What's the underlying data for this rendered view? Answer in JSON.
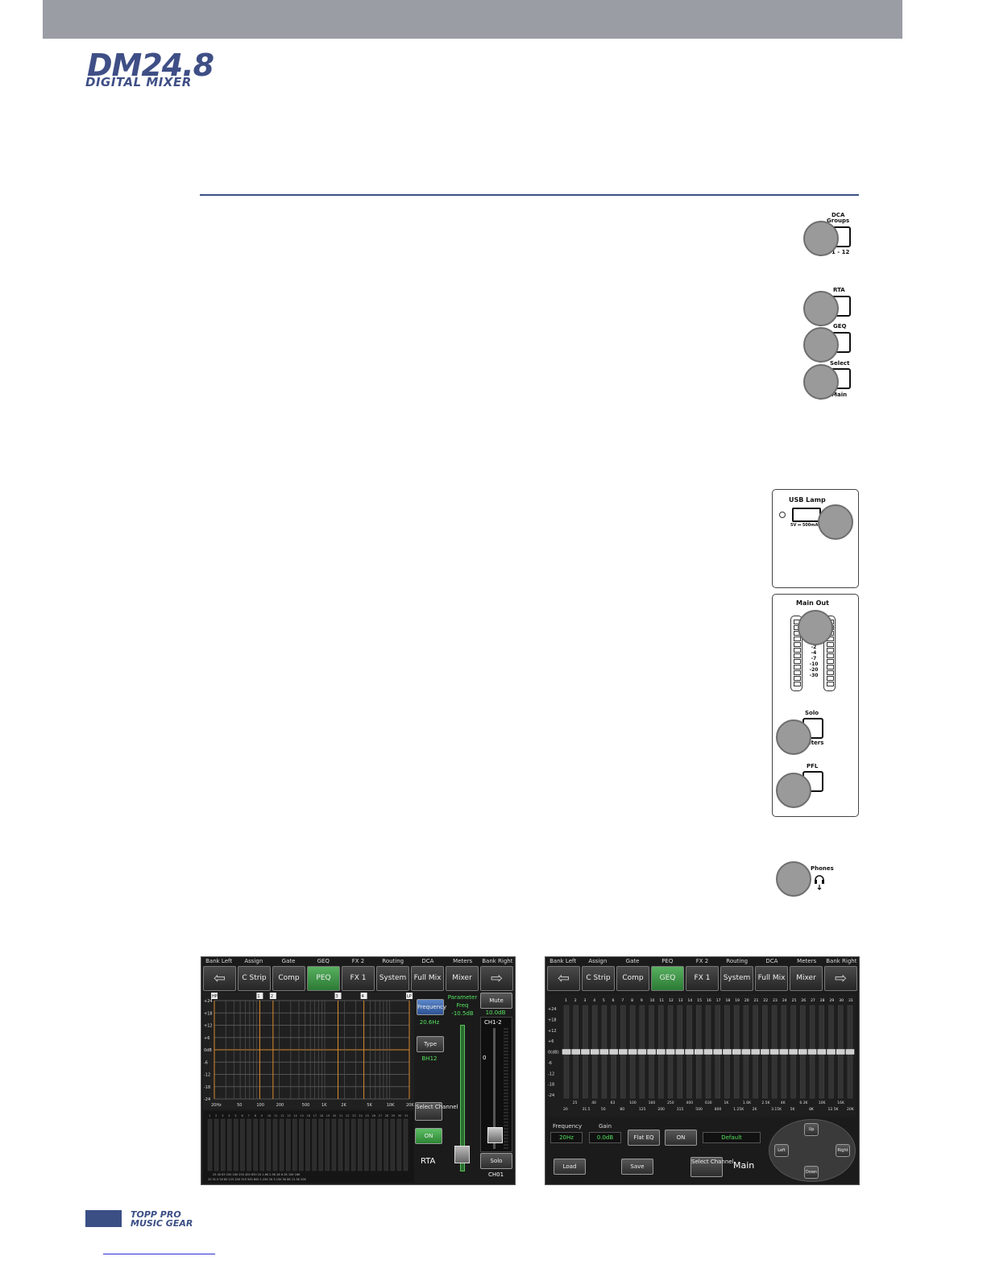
{
  "header": {
    "logo_main": "DM24.8",
    "logo_sub": "DIGITAL MIXER"
  },
  "callouts": {
    "dca": {
      "top": "DCA",
      "top2": "Groups",
      "bottom": "1 - 12"
    },
    "rta": {
      "label": "RTA"
    },
    "geq": {
      "label": "GEQ"
    },
    "select": {
      "top": "Select",
      "bottom": "Main"
    },
    "usb": {
      "title": "USB Lamp",
      "spec": "5V ⎓ 500mA"
    },
    "meter": {
      "title": "Main Out",
      "scale": [
        "0",
        "-2",
        "-4",
        "-7",
        "-10",
        "-20",
        "-30"
      ]
    },
    "solo": {
      "top": "Solo",
      "bottom": "Meters"
    },
    "pfl": {
      "label": "PFL"
    },
    "phones": {
      "label": "Phones"
    }
  },
  "tabs": {
    "left": {
      "labels": [
        "Bank Left",
        "Assign",
        "Gate",
        "GEQ",
        "FX 2",
        "Routing",
        "DCA",
        "Meters",
        "Bank Right"
      ],
      "buttons": [
        "⇦",
        "C Strip",
        "Comp",
        "PEQ",
        "FX 1",
        "System",
        "Full Mix",
        "Mixer",
        "⇨"
      ]
    },
    "right": {
      "labels": [
        "Bank Left",
        "Assign",
        "Gate",
        "PEQ",
        "FX 2",
        "Routing",
        "DCA",
        "Meters",
        "Bank Right"
      ],
      "buttons": [
        "⇦",
        "C Strip",
        "Comp",
        "GEQ",
        "FX 1",
        "System",
        "Full Mix",
        "Mixer",
        "⇨"
      ]
    }
  },
  "peq": {
    "markers": [
      "HP",
      "1",
      "2",
      "3",
      "4",
      "LP"
    ],
    "y_ticks": [
      "+24",
      "+18",
      "+12",
      "+6",
      "0dB",
      "-6",
      "-12",
      "-18",
      "-24"
    ],
    "x_ticks": [
      "20Hz",
      "50",
      "100",
      "200",
      "500",
      "1K",
      "2K",
      "5K",
      "10K",
      "20K"
    ],
    "frequency_label": "Frequency",
    "frequency_value": "20.6Hz",
    "type_label": "Type",
    "type_value": "BH12",
    "param_title": "Parameter",
    "param_name": "Freq",
    "param_value": "-10.5dB",
    "mute_label": "Mute",
    "level_value": "10.0dB",
    "channel_top": "CH1-2",
    "fader_zero": "0",
    "select_channel": "Select Channel",
    "on_label": "ON",
    "rta_label": "RTA",
    "solo_label": "Solo",
    "channel_bottom": "CH01",
    "rta_bottom_top": "25 40 63 100 160 250 400 630 1K 1.6K 2.5K 4K 6.3K 10K 16K",
    "rta_bottom_bot": "20 31.5 50 80 125 200 315 500 800 1.25K 2K 3.15K 5K 8K 12.5K 20K"
  },
  "geq": {
    "band_numbers": [
      "1",
      "2",
      "3",
      "4",
      "5",
      "6",
      "7",
      "8",
      "9",
      "10",
      "11",
      "12",
      "13",
      "14",
      "15",
      "16",
      "17",
      "18",
      "19",
      "20",
      "21",
      "22",
      "23",
      "24",
      "25",
      "26",
      "27",
      "28",
      "29",
      "30",
      "31"
    ],
    "y_ticks": [
      "+24",
      "+18",
      "+12",
      "+6",
      "0(dB)",
      "-6",
      "-12",
      "-18",
      "-24"
    ],
    "freq_top": [
      "25",
      "40",
      "63",
      "100",
      "160",
      "250",
      "400",
      "630",
      "1K",
      "1.6K",
      "2.5K",
      "4K",
      "6.3K",
      "10K",
      "16K"
    ],
    "freq_bottom": [
      "20",
      "31.5",
      "50",
      "80",
      "125",
      "200",
      "315",
      "500",
      "800",
      "1.25K",
      "2K",
      "3.15K",
      "5K",
      "8K",
      "12.5K",
      "20K"
    ],
    "frequency_label": "Frequency",
    "frequency_value": "20Hz",
    "gain_label": "Gain",
    "gain_value": "0.0dB",
    "flat_eq": "Flat EQ",
    "on_label": "ON",
    "preset": "Default",
    "load": "Load",
    "save": "Save",
    "select_channel": "Select Channel",
    "main_label": "Main",
    "nav": {
      "up": "Up",
      "down": "Down",
      "left": "Left",
      "right": "Right"
    }
  },
  "footer": {
    "brand_line1": "TOPP PRO",
    "brand_line2": "MUSIC GEAR"
  },
  "colors": {
    "brand": "#3b4f85",
    "screen_bg": "#1b1b1b",
    "active_tab": "#3f9a47",
    "value_green": "#55e25f",
    "grid_orange": "#d98a2e"
  }
}
